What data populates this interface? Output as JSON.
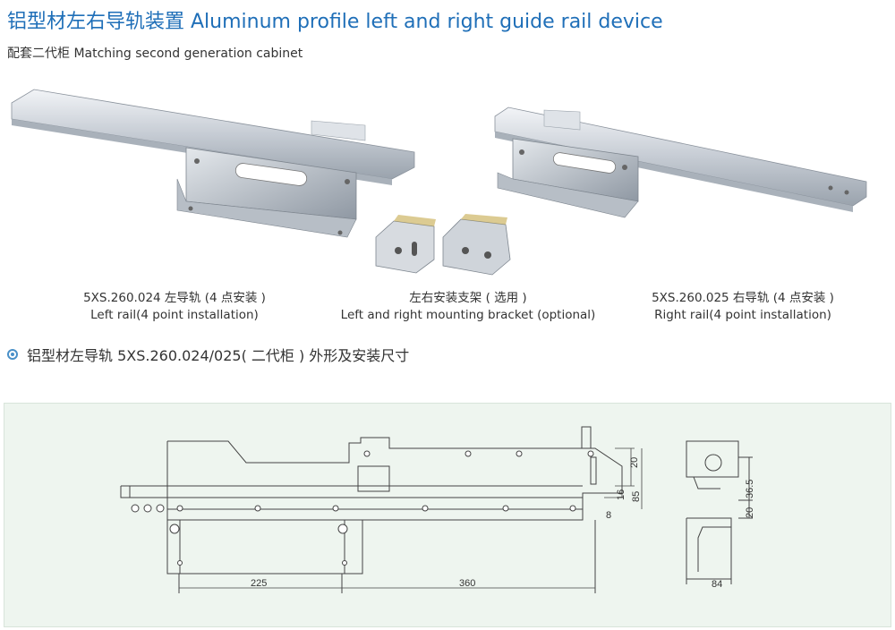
{
  "header": {
    "title": "铝型材左右导轨装置 Aluminum profile left and right guide rail device",
    "subtitle": "配套二代柜 Matching second generation cabinet"
  },
  "products": [
    {
      "code_line": "5XS.260.024    左导轨 (4 点安装 )",
      "en_line": "Left rail(4 point installation)"
    },
    {
      "code_line": "左右安装支架 ( 选用 )",
      "en_line": "Left and right mounting bracket (optional)"
    },
    {
      "code_line": "5XS.260.025    右导轨 (4 点安装 )",
      "en_line": "Right rail(4 point installation)"
    }
  ],
  "section": {
    "heading": "铝型材左导轨 5XS.260.024/025( 二代柜 ) 外形及安装尺寸"
  },
  "drawing": {
    "dims": {
      "d225": "225",
      "d360": "360",
      "d20": "20",
      "d16": "16",
      "d85": "85",
      "d8": "8",
      "d36_5": "36.5",
      "d20b": "20",
      "d84": "84"
    }
  },
  "colors": {
    "title": "#1f6fb8",
    "panel_bg": "#eef5ef",
    "bullet": "#4a90c8"
  }
}
